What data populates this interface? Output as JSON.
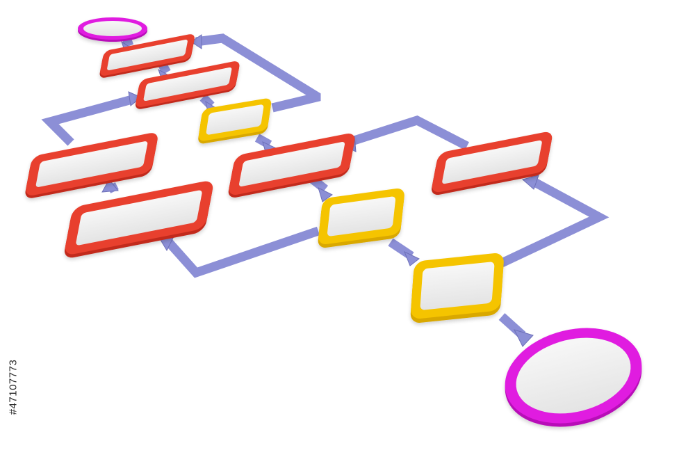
{
  "diagram": {
    "colors": {
      "background": "#ffffff",
      "process_border": "#e8402f",
      "process_border_dark": "#c22c1f",
      "decision_border": "#f5c400",
      "decision_border_dark": "#d9a800",
      "terminal_border": "#e01ee0",
      "terminal_border_dark": "#b810b8",
      "connector": "#8c8fd6",
      "connector_dark": "#6d70b8",
      "node_fill": "#eeeeee"
    },
    "node_types": [
      "terminal",
      "process",
      "decision"
    ],
    "counts": {
      "terminal": 2,
      "process": 6,
      "decision": 3
    }
  },
  "watermark": {
    "id_text": "#47107773"
  }
}
